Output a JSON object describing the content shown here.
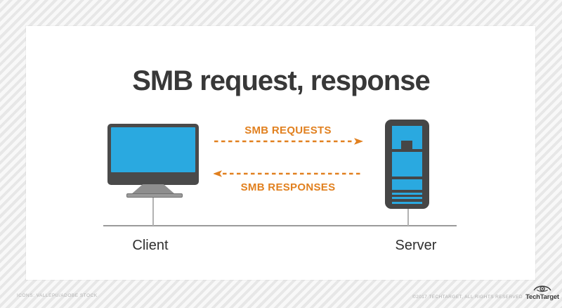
{
  "title": "SMB request, response",
  "diagram": {
    "nodes": [
      {
        "id": "client",
        "label": "Client",
        "icon": "desktop-monitor-icon"
      },
      {
        "id": "server",
        "label": "Server",
        "icon": "server-tower-icon"
      }
    ],
    "flows": [
      {
        "label": "SMB REQUESTS",
        "direction": "left-to-right"
      },
      {
        "label": "SMB RESPONSES",
        "direction": "right-to-left"
      }
    ]
  },
  "footer": {
    "credit": "ICONS: VALLEPU/ADOBE STOCK",
    "copyright": "©2017 TECHTARGET, ALL RIGHTS RESERVED",
    "brand": "TechTarget",
    "brand_icon": "eye-icon"
  },
  "colors": {
    "accent_orange": "#E1801F",
    "device_blue": "#2AA9E0",
    "device_dark": "#464646",
    "stand_gray": "#8E8E8E",
    "line_gray": "#9B9B9B",
    "title_text": "#383838",
    "label_text": "#2F2F2F",
    "footer_text": "#B3B3B3",
    "card_background": "#FFFFFF",
    "stripe_light": "#F8F8F8",
    "stripe_dark": "#E7E7E7"
  }
}
